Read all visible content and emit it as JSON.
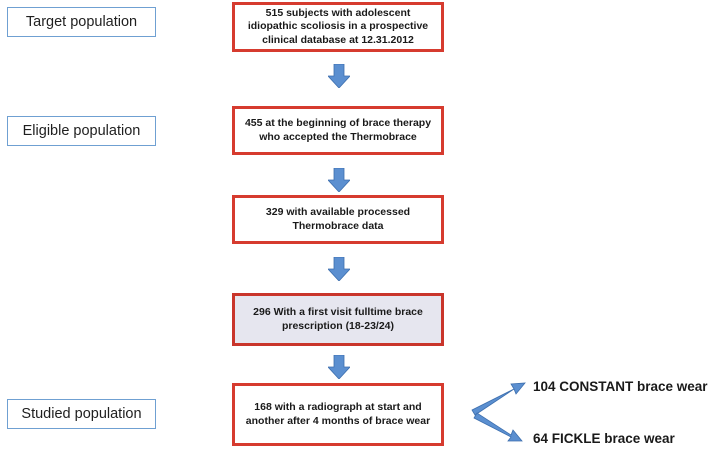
{
  "labels": {
    "target": "Target population",
    "eligible": "Eligible population",
    "studied": "Studied population"
  },
  "boxes": {
    "box1": "515 subjects with adolescent idiopathic scoliosis  in a prospective clinical database at 12.31.2012",
    "box2": "455 at the beginning of brace therapy who accepted the Thermobrace",
    "box3": "329 with available processed Thermobrace data",
    "box4": "296 With a first visit fulltime brace prescription (18-23/24)",
    "box5": "168 with a radiograph at start and another after 4 months of brace wear"
  },
  "outcomes": {
    "constant": "104 CONSTANT brace wear",
    "fickle": "64 FICKLE brace wear"
  },
  "colors": {
    "box_border": "#d63b2f",
    "label_border": "#6fa0d2",
    "arrow": "#5b8fd0",
    "highlight_fill": "#e6e6ef"
  }
}
